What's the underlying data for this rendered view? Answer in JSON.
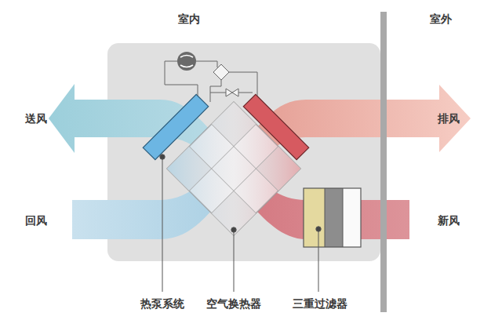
{
  "diagram": {
    "labels": [
      "室内",
      "室外",
      "送风",
      "排风",
      "回风",
      "新风",
      "热泵系统",
      "空气换热器",
      "三重过滤器"
    ]
  }
}
